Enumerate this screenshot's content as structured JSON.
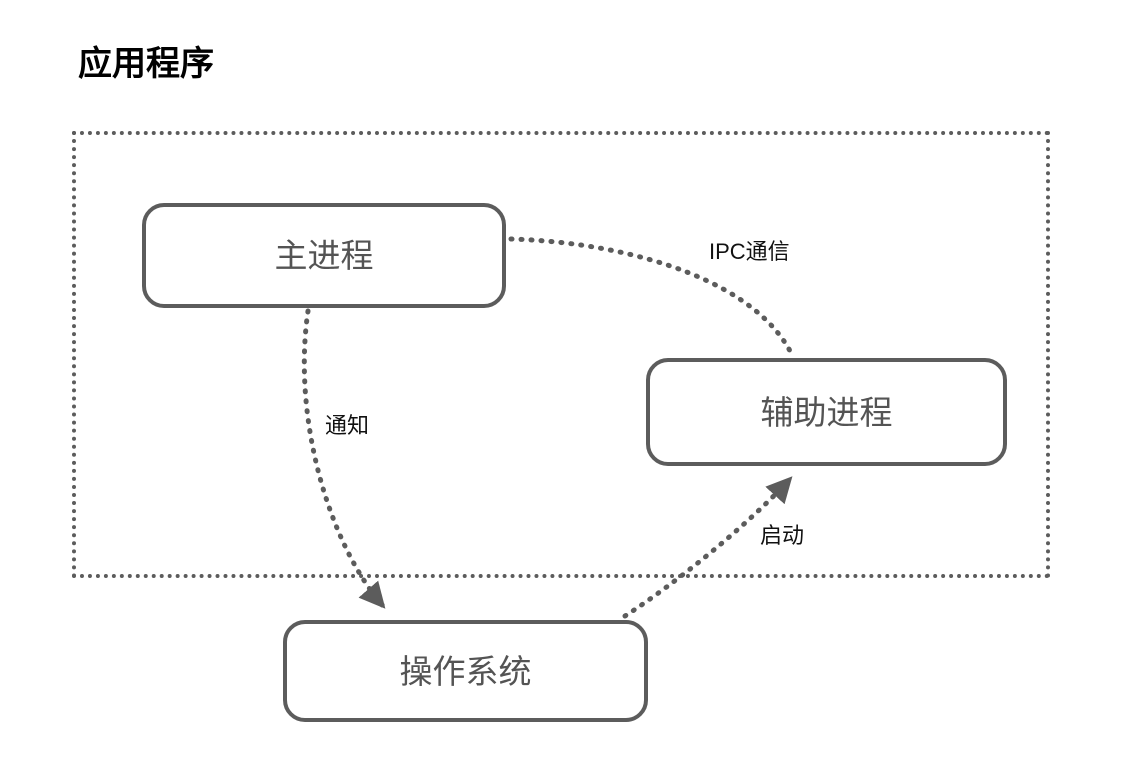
{
  "diagram": {
    "title": "应用程序",
    "type": "flow-diagram",
    "background_color": "#ffffff",
    "title_color": "#000000",
    "node_border_color": "#5c5c5c",
    "node_text_color": "#545454",
    "edge_color": "#5c5c5c",
    "edge_label_color": "#111111",
    "group": {
      "name": "application-boundary",
      "style": "dotted",
      "label": ""
    },
    "nodes": [
      {
        "id": "main-process",
        "label": "主进程",
        "shape": "rounded-rect"
      },
      {
        "id": "helper-process",
        "label": "辅助进程",
        "shape": "rounded-rect"
      },
      {
        "id": "operating-system",
        "label": "操作系统",
        "shape": "rounded-rect"
      }
    ],
    "edges": [
      {
        "id": "ipc",
        "label": "IPC通信",
        "from": "main-process",
        "to": "helper-process",
        "style": "dotted",
        "arrowhead": false
      },
      {
        "id": "notify",
        "label": "通知",
        "from": "main-process",
        "to": "operating-system",
        "style": "dotted",
        "arrowhead": true
      },
      {
        "id": "launch",
        "label": "启动",
        "from": "operating-system",
        "to": "helper-process",
        "style": "dotted",
        "arrowhead": true
      }
    ]
  }
}
